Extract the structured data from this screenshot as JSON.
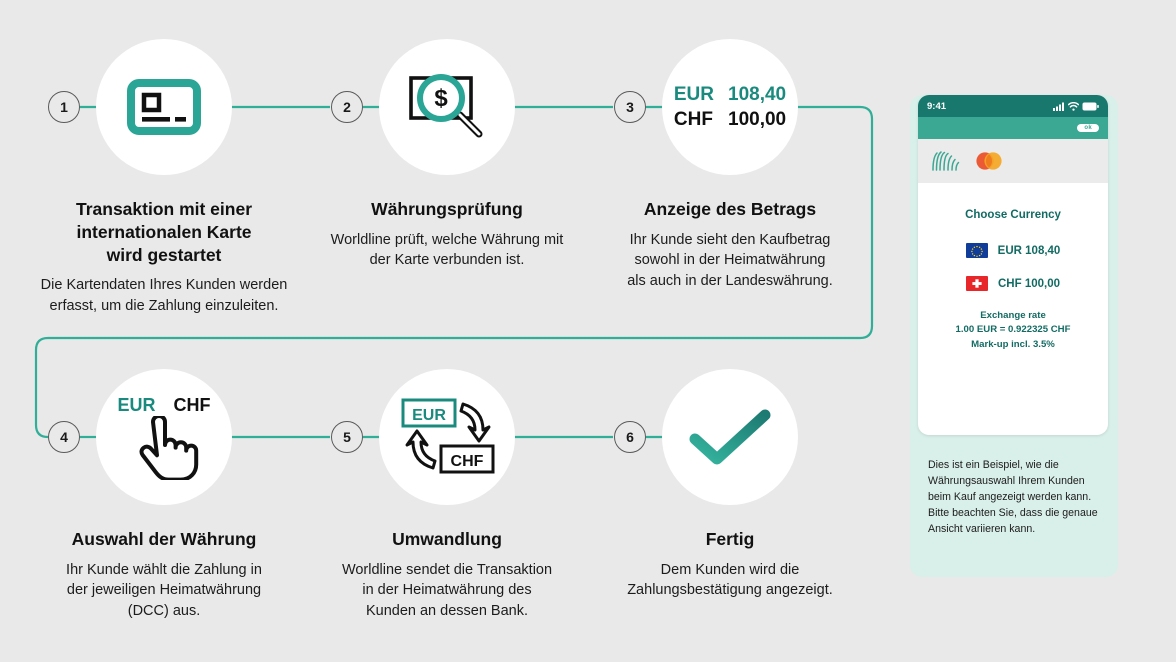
{
  "colors": {
    "background": "#e9e9e9",
    "teal": "#1a8a7e",
    "teal_dark": "#19786e",
    "teal_mid": "#3aa893",
    "panel_tint": "#d9efe9",
    "text": "#111111"
  },
  "steps": [
    {
      "number": "1",
      "icon": "credit-card-icon",
      "title": "Transaktion mit einer\ninternationalen Karte\nwird gestartet",
      "title_lines": [
        "Transaktion mit einer",
        "internationalen Karte",
        "wird gestartet"
      ],
      "body": "Die Kartendaten Ihres Kunden werden erfasst, um die Zahlung einzuleiten.",
      "body_lines": [
        "Die Kartendaten Ihres Kunden werden",
        "erfasst, um die Zahlung einzuleiten."
      ]
    },
    {
      "number": "2",
      "icon": "banknote-magnifier-icon",
      "title": "Währungsprüfung",
      "title_lines": [
        "Währungsprüfung"
      ],
      "body": "Worldline prüft, welche Währung mit der Karte verbunden ist.",
      "body_lines": [
        "Worldline prüft, welche Währung mit",
        "der Karte verbunden ist."
      ]
    },
    {
      "number": "3",
      "icon": "amount-display",
      "title": "Anzeige des Betrags",
      "title_lines": [
        "Anzeige des Betrags"
      ],
      "body": "Ihr Kunde sieht den Kaufbetrag sowohl in der Heimatwährung als auch in der Landeswährung.",
      "body_lines": [
        "Ihr Kunde sieht den Kaufbetrag",
        "sowohl in der Heimatwährung",
        "als auch in der Landeswährung."
      ],
      "amounts": [
        {
          "currency": "EUR",
          "value": "108,40"
        },
        {
          "currency": "CHF",
          "value": "100,00"
        }
      ]
    },
    {
      "number": "4",
      "icon": "pointing-hand-icon",
      "title": "Auswahl der Währung",
      "title_lines": [
        "Auswahl der Währung"
      ],
      "body": "Ihr Kunde wählt die Zahlung in der jeweiligen Heimatwährung (DCC) aus.",
      "body_lines": [
        "Ihr Kunde wählt die Zahlung in",
        "der jeweiligen Heimatwährung",
        "(DCC) aus."
      ],
      "choices": [
        "EUR",
        "CHF"
      ]
    },
    {
      "number": "5",
      "icon": "currency-conversion-icon",
      "title": "Umwandlung",
      "title_lines": [
        "Umwandlung"
      ],
      "body": "Worldline sendet die Transaktion in der Heimatwährung des Kunden an dessen Bank.",
      "body_lines": [
        "Worldline sendet die Transaktion",
        "in der Heimatwährung des",
        "Kunden an dessen Bank."
      ],
      "boxes": [
        "EUR",
        "CHF"
      ]
    },
    {
      "number": "6",
      "icon": "checkmark-icon",
      "title": "Fertig",
      "title_lines": [
        "Fertig"
      ],
      "body": "Dem Kunden wird die Zahlungsbestätigung angezeigt.",
      "body_lines": [
        "Dem Kunden wird die",
        "Zahlungsbestätigung angezeigt."
      ]
    }
  ],
  "phone": {
    "status_time": "9:41",
    "status_icons": [
      "signal-icon",
      "wifi-icon",
      "battery-icon"
    ],
    "pill_label": "ok",
    "logos": [
      "worldline-logo",
      "mastercard-logo"
    ],
    "choose_title": "Choose Currency",
    "currencies": [
      {
        "flag": "eu-flag-icon",
        "label": "EUR 108,40"
      },
      {
        "flag": "swiss-flag-icon",
        "label": "CHF 100,00"
      }
    ],
    "exchange": {
      "heading": "Exchange rate",
      "rate": "1.00 EUR = 0.922325 CHF",
      "markup": "Mark-up incl. 3.5%"
    }
  },
  "note": "Dies ist ein Beispiel, wie die Währungsauswahl Ihrem Kunden beim Kauf angezeigt werden kann. Bitte beachten Sie, dass die genaue Ansicht variieren kann."
}
